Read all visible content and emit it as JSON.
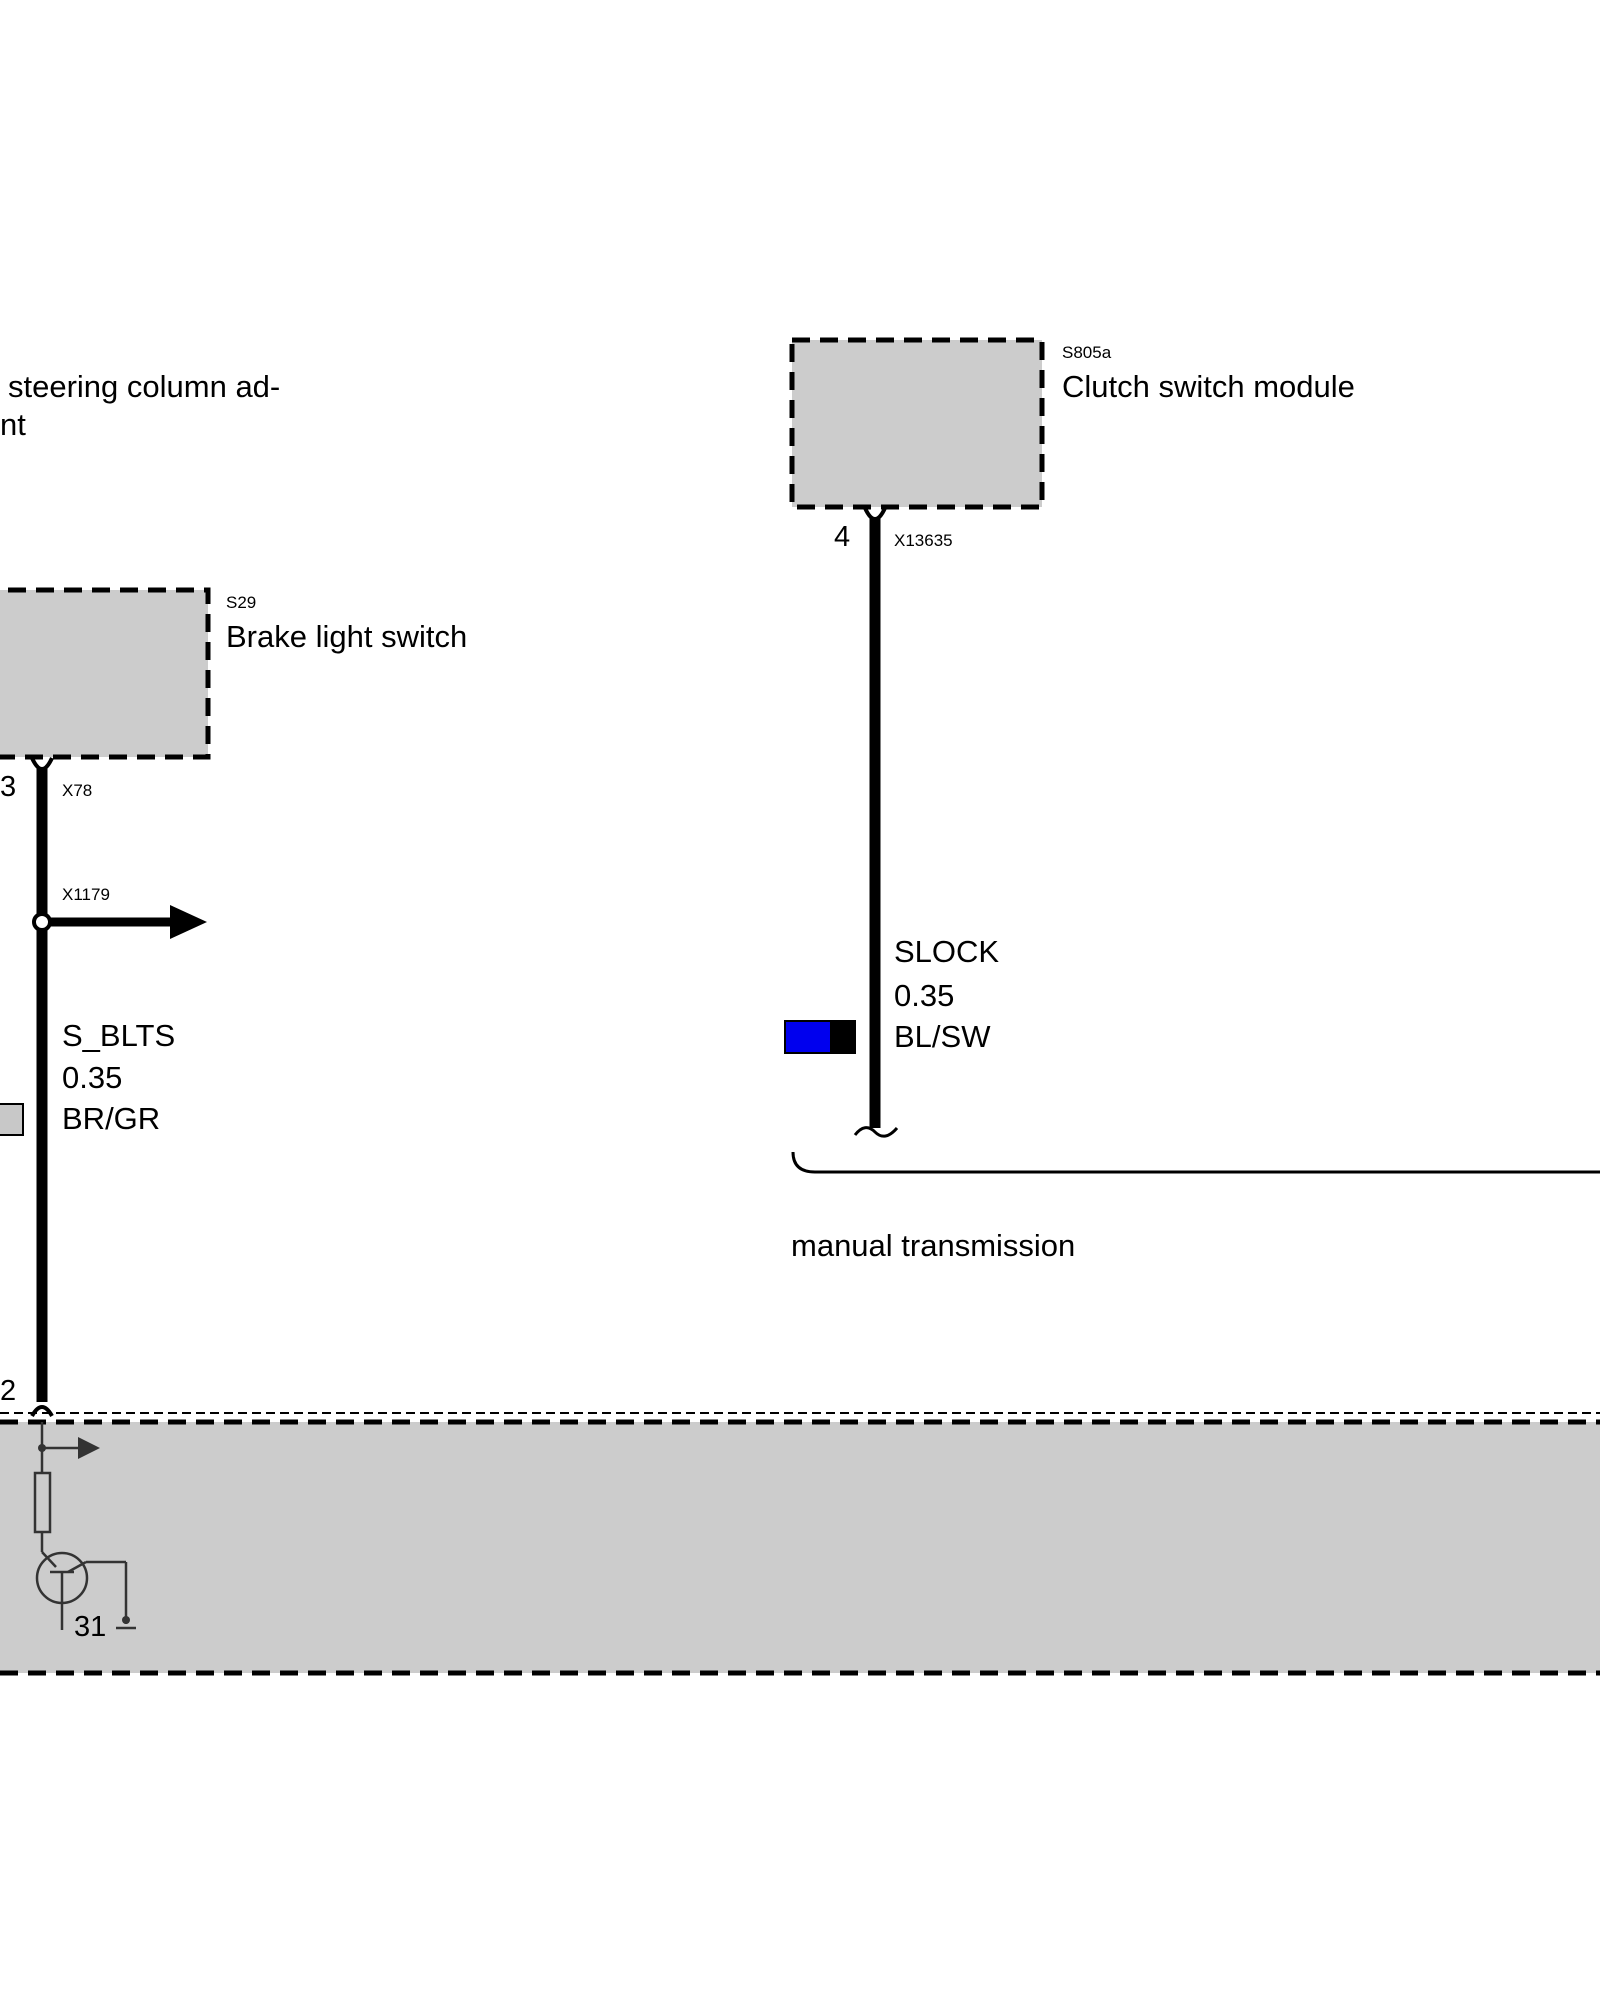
{
  "top_left_label": {
    "line1": "steering column ad-",
    "line2": "nt"
  },
  "clutch_module": {
    "code": "S805a",
    "name": "Clutch switch module",
    "pin": "4",
    "connector": "X13635",
    "wire": {
      "signal": "SLOCK",
      "gauge": "0.35",
      "color_code": "BL/SW"
    },
    "wire_swatch_colors": [
      "#0000ee",
      "#000000"
    ]
  },
  "brake_switch": {
    "code": "S29",
    "name": "Brake light switch",
    "pin": "3",
    "connector": "X78",
    "splice": "X1179",
    "wire": {
      "signal": "S_BLTS",
      "gauge": "0.35",
      "color_code": "BR/GR"
    },
    "wire_swatch_colors": [
      "#c8c8c8"
    ]
  },
  "condition_label": "manual transmission",
  "control_unit": {
    "pin": "2",
    "ground_label": "31"
  },
  "colors": {
    "component_fill": "#cccccc",
    "line": "#000000"
  }
}
